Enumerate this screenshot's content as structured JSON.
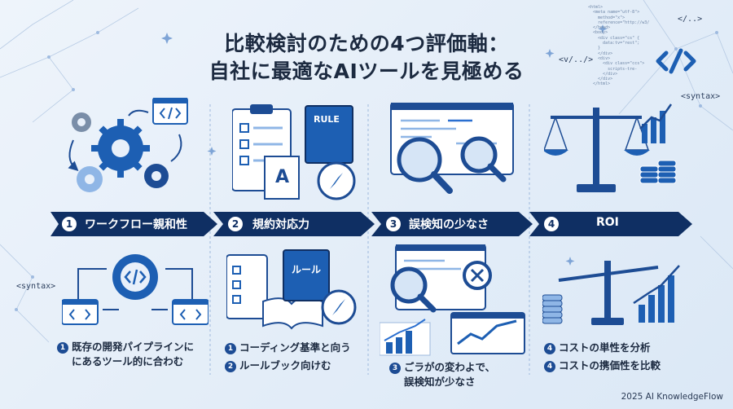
{
  "title": {
    "line1": "比較検討のための4つ評価軸：",
    "line2": "自社に最適なAIツールを見極める"
  },
  "decor": {
    "tag_top_right": "</..>",
    "tag_vslash": "<v/../>",
    "tag_syntax_right": "<syntax>",
    "tag_syntax_left": "<syntax>",
    "code_lines": "<html>\n  <meta name=\"utf-8\">\n    method=\"x\">\n    reference=\"http://w3/\n  </head>\n  <body>\n    <div class=\"cs\" {\n      data:tv=\"rest\";\n    }\n    </div>\n    <div>\n      <div class=\"ccs\">\n        scripts-tre-\n      </div>\n    </div>\n  </html>"
  },
  "axes": [
    {
      "number": "1",
      "label": "ワークフロー親和性",
      "captions": [
        {
          "number": "1",
          "text": "既存の開発パイプラインに"
        },
        {
          "number": "",
          "text": "にあるツール的に合わむ"
        }
      ]
    },
    {
      "number": "2",
      "label": "規約対応力",
      "book_top": "RULE",
      "book_bottom": "ルール",
      "captions": [
        {
          "number": "1",
          "text": "コーディング基準と向う"
        },
        {
          "number": "2",
          "text": "ルールブック向けむ"
        }
      ]
    },
    {
      "number": "3",
      "label": "誤検知の少なさ",
      "captions": [
        {
          "number": "3",
          "text": "ごラがの変わよで、"
        },
        {
          "number": "",
          "text": "誤検知が少なさ"
        }
      ]
    },
    {
      "number": "4",
      "label": "ROI",
      "captions": [
        {
          "number": "4",
          "text": "コストの単性を分析"
        },
        {
          "number": "4",
          "text": "コストの携価性を比較"
        }
      ]
    }
  ],
  "footer": "2025 AI KnowledgeFlow",
  "colors": {
    "navy": "#0f2f63",
    "blue": "#1d5fb3",
    "light_blue": "#8fb6e6",
    "accent": "#2a6fd0"
  }
}
